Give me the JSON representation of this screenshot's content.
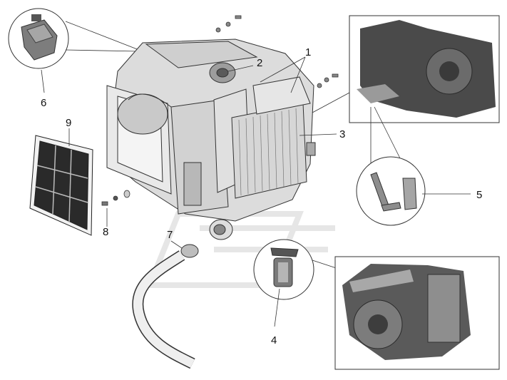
{
  "callouts": {
    "c1": "1",
    "c2": "2",
    "c3": "3",
    "c4": "4",
    "c5": "5",
    "c6": "6",
    "c7": "7",
    "c8": "8",
    "c9": "9"
  },
  "colors": {
    "line": "#333333",
    "part_light": "#d9d9d9",
    "part_mid": "#9a9a9a",
    "part_dark": "#3b3b3b",
    "filter": "#2a2a2a",
    "watermark": "#e6e6e6"
  },
  "parts": {
    "p1": "grid-panel",
    "p2": "motor-hub",
    "p3": "heater-core",
    "p4": "blower-actuator",
    "p5": "bracket",
    "p6": "resistor-module",
    "p7": "drain-hose",
    "p8": "screw-washer",
    "p9": "cabin-filter"
  }
}
